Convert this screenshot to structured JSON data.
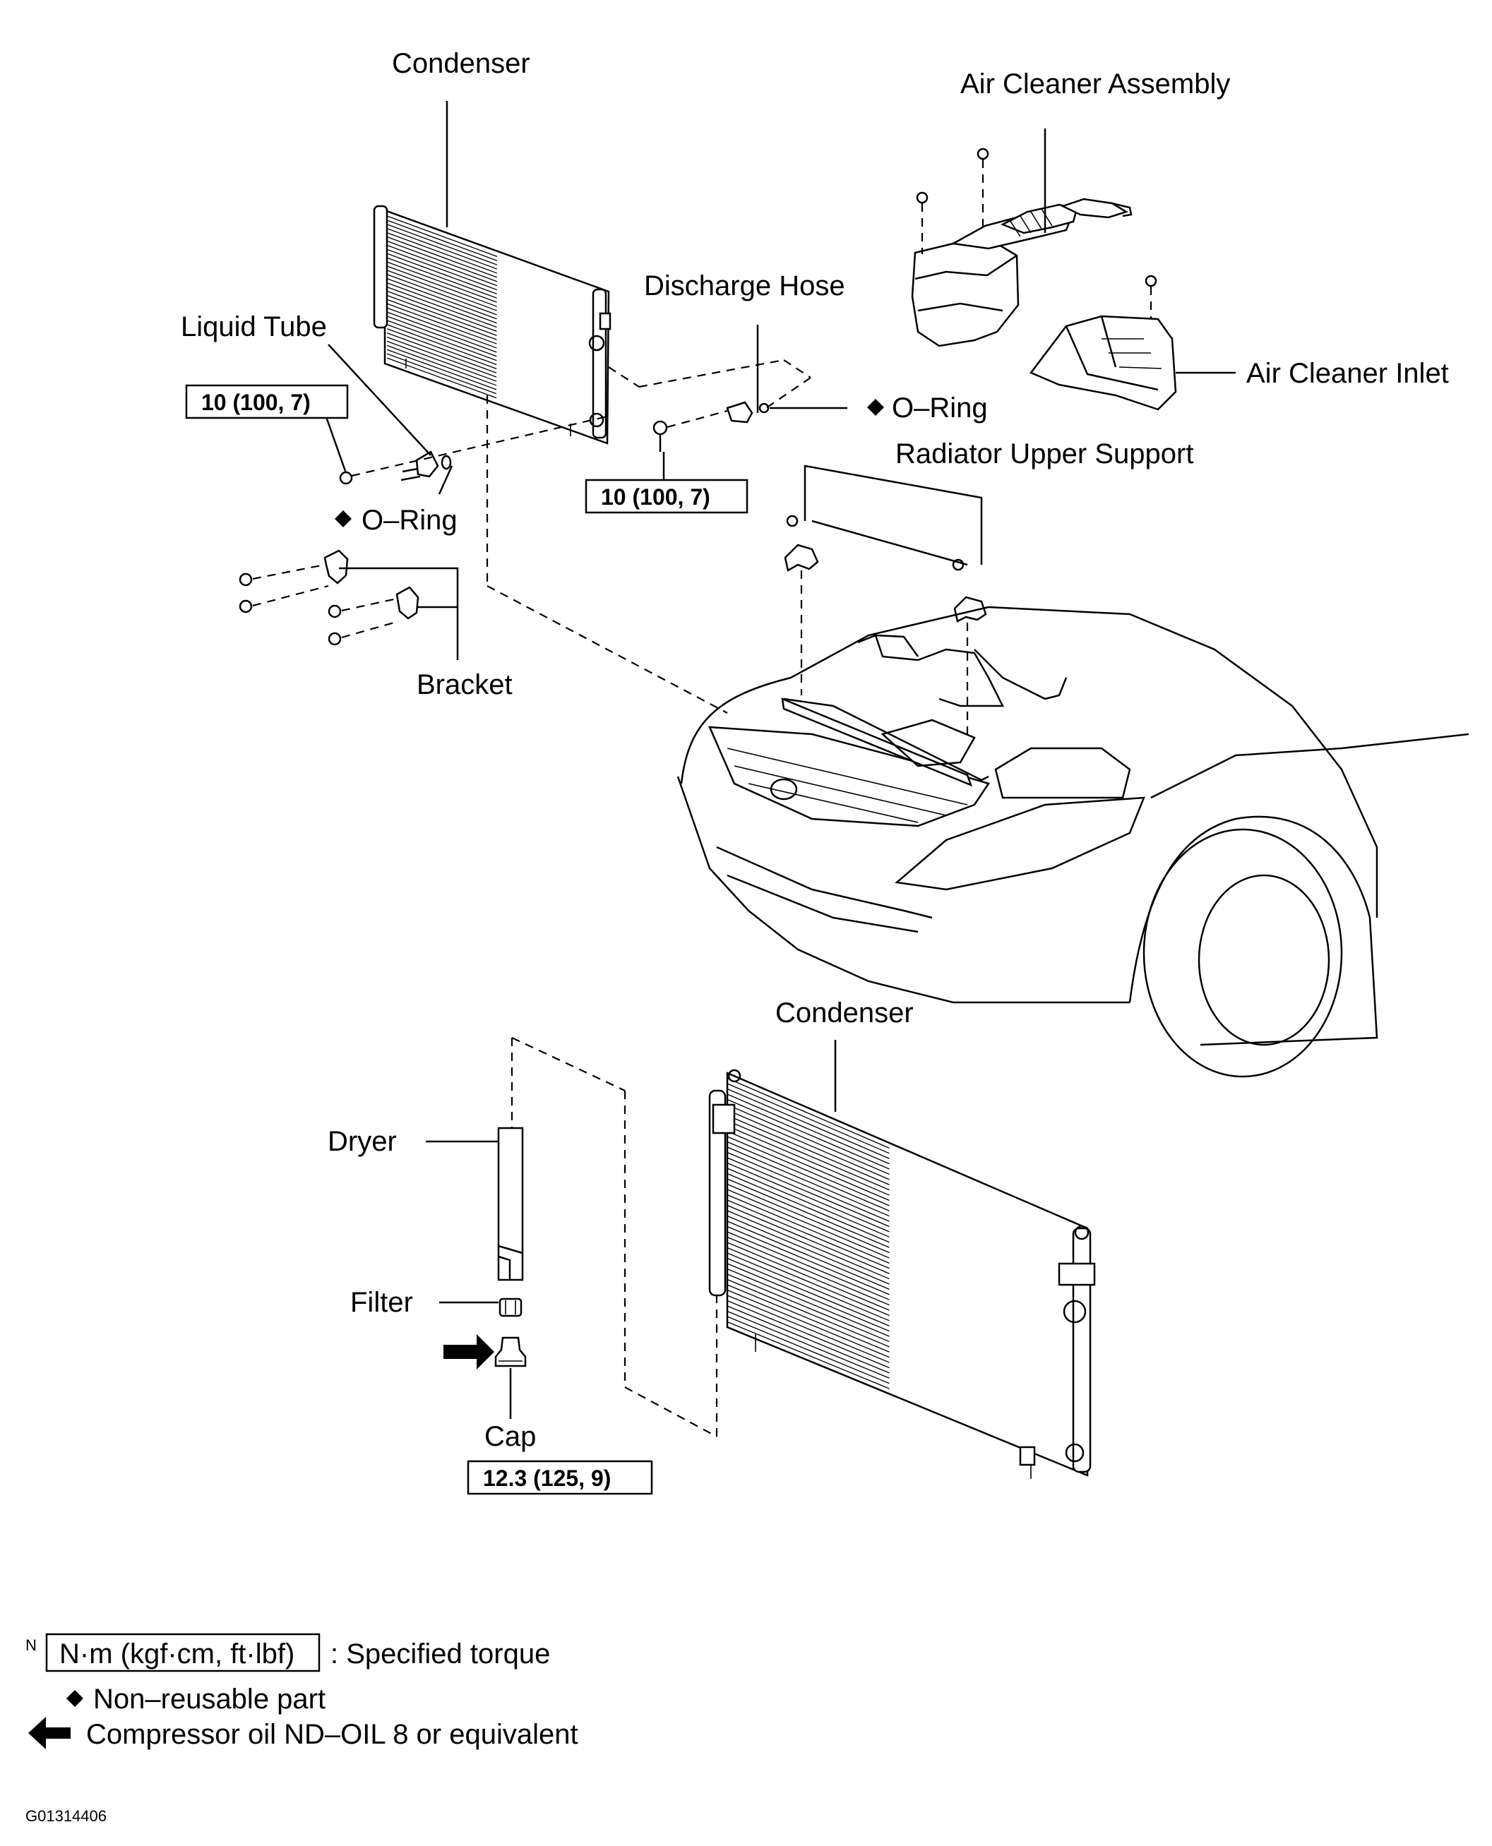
{
  "labels": {
    "condenser_top": "Condenser",
    "air_cleaner_assembly": "Air Cleaner Assembly",
    "discharge_hose": "Discharge Hose",
    "liquid_tube": "Liquid Tube",
    "air_cleaner_inlet": "Air Cleaner Inlet",
    "o_ring_right": "O–Ring",
    "o_ring_left": "O–Ring",
    "radiator_upper_support": "Radiator Upper Support",
    "bracket": "Bracket",
    "condenser_bottom": "Condenser",
    "dryer": "Dryer",
    "filter": "Filter",
    "cap": "Cap"
  },
  "torque_specs": {
    "liquid_tube": "10 (100, 7)",
    "discharge_hose": "10 (100, 7)",
    "cap": "12.3 (125, 9)"
  },
  "legend": {
    "n_marker": "N",
    "torque_unit_box": "N·m (kgf·cm, ft·lbf)",
    "torque_desc": ": Specified torque",
    "non_reusable": "Non–reusable part",
    "compressor_oil": "Compressor oil ND–OIL 8 or equivalent"
  },
  "figure_code": "G01314406",
  "icons": {
    "non_reusable_marker": "diamond-icon",
    "oil_marker": "arrow-left-icon"
  }
}
